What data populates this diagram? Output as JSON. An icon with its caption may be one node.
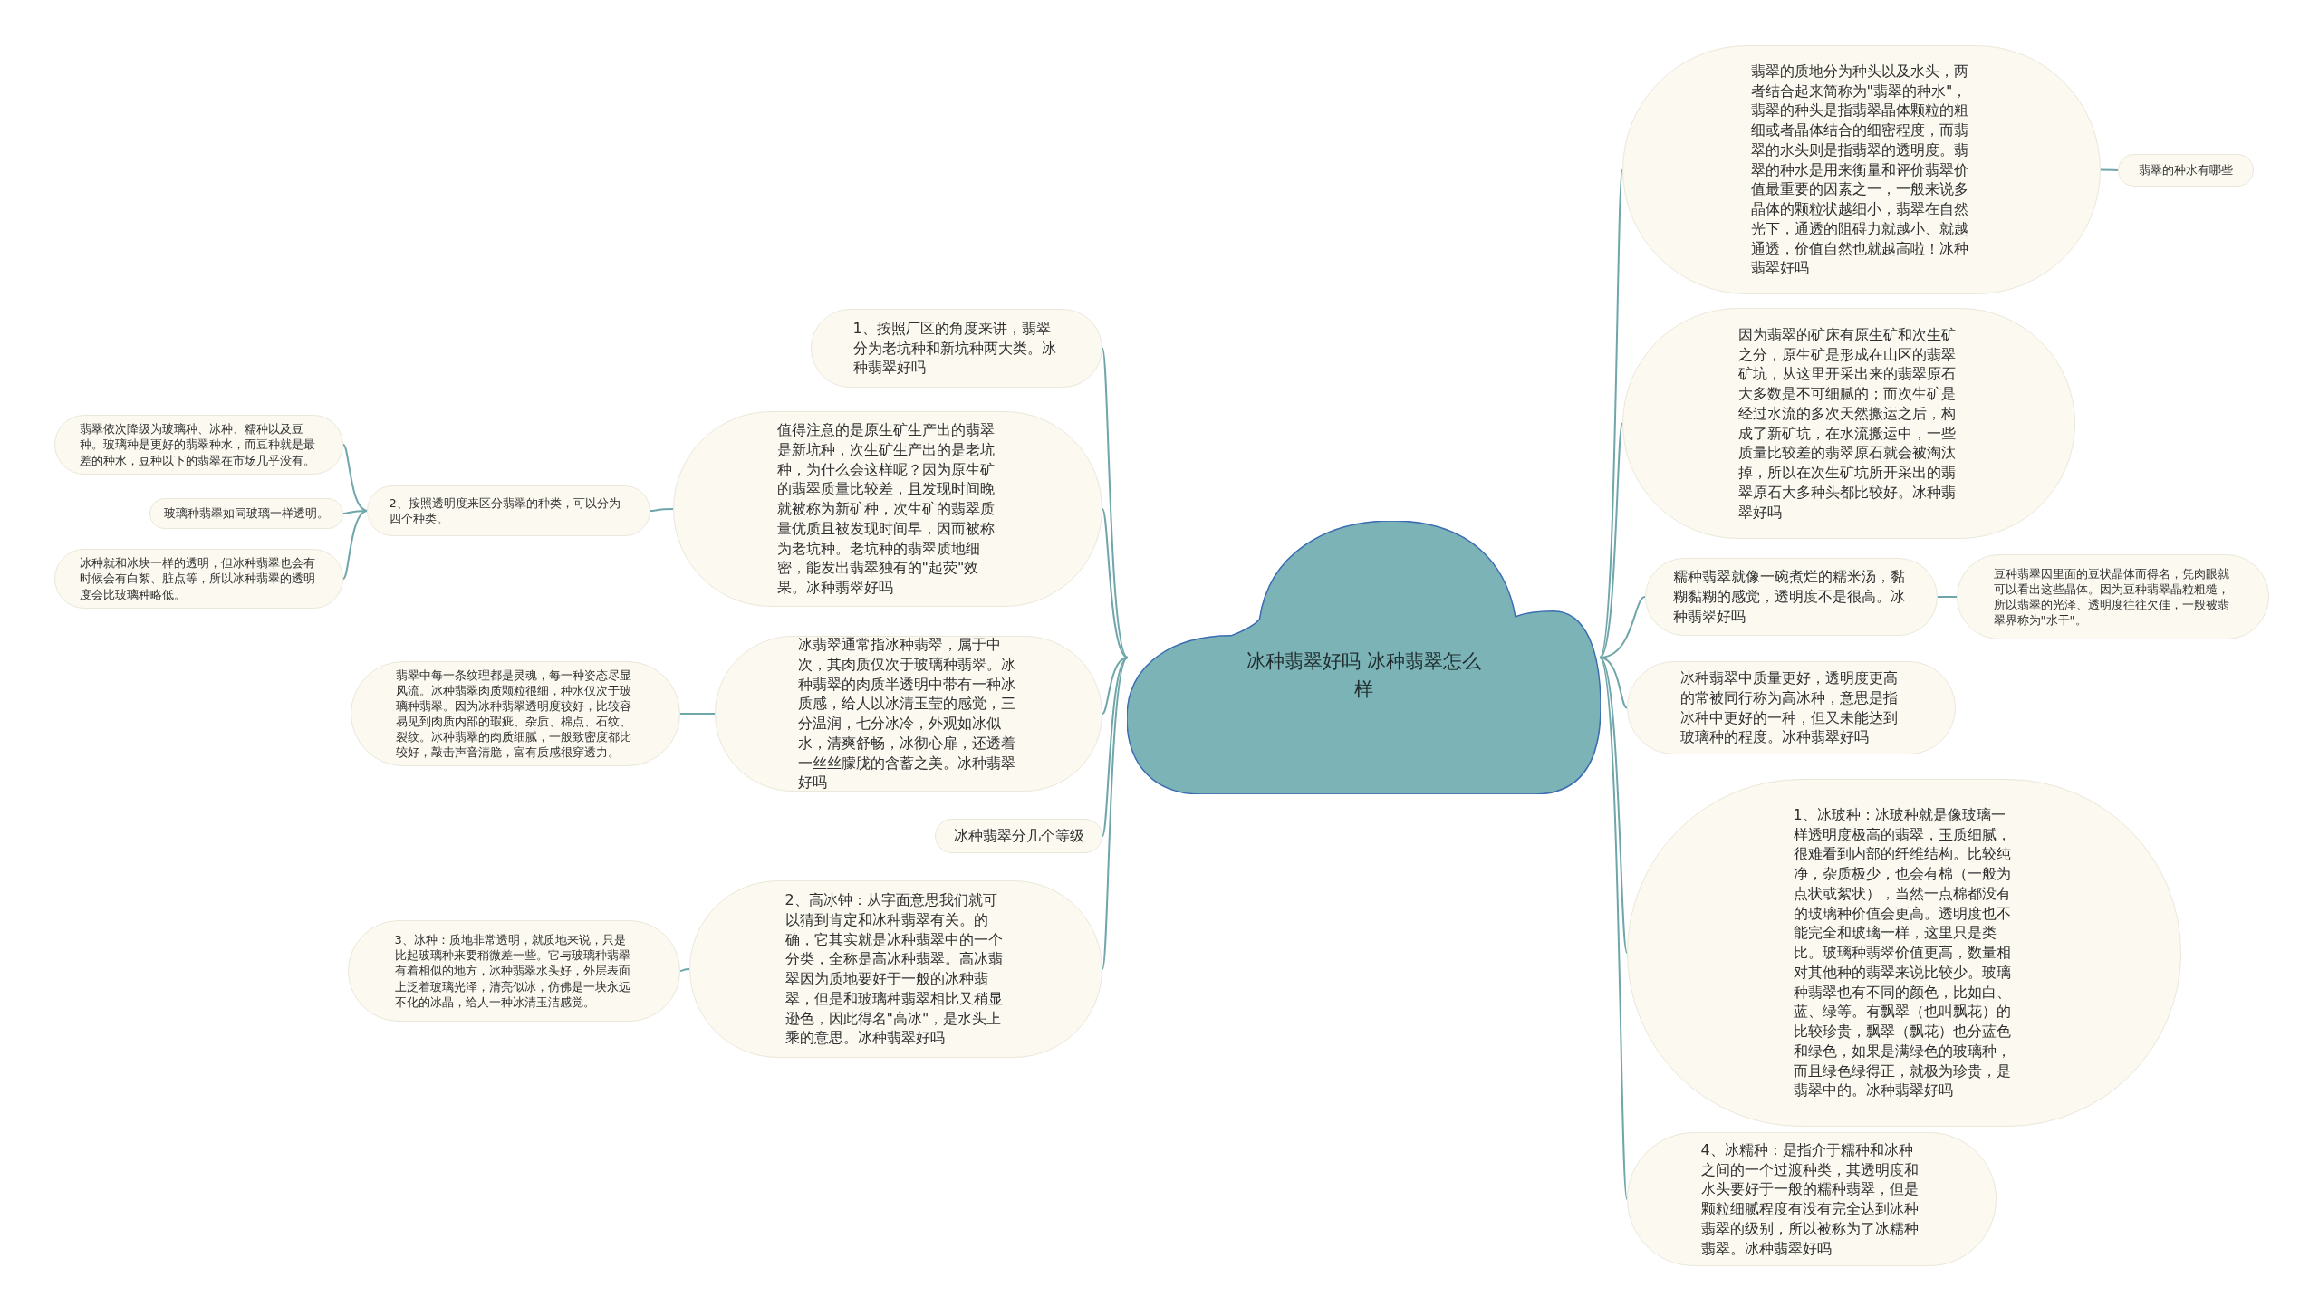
{
  "diagram": {
    "nodes": [
      {
        "text": [
          "冰种翡翠好吗  冰种翡翠怎么样"
        ]
      },
      {
        "text": [
          "1、按照厂区的角度来讲，翡翠分为老坑种和新坑种两大类。冰种翡翠好吗"
        ]
      },
      {
        "text": [
          "值得注意的是原生矿生产出的翡翠是新坑种，次生矿生产出的是老坑种，为什么会这样呢？因为原生矿的翡翠质量比较差，且发现时间晚就被称为新矿种，次生矿的翡翠质量优质且被发现时间早，因而被称为老坑种。老坑种的翡翠质地细密，能发出翡翠独有的\"起荧\"效果。冰种翡翠好吗"
        ]
      },
      {
        "text": [
          "2、按照透明度来区分翡翠的种类，可以分为四个种类。"
        ]
      },
      {
        "text": [
          "翡翠依次降级为玻璃种、冰种、糯种以及豆种。玻璃种是更好的翡翠种水，而豆种就是最差的种水，豆种以下的翡翠在市场几乎没有。"
        ]
      },
      {
        "text": [
          "玻璃种翡翠如同玻璃一样透明。"
        ]
      },
      {
        "text": [
          "冰种就和冰块一样的透明，但冰种翡翠也会有时候会有白絮、脏点等，所以冰种翡翠的透明度会比玻璃种略低。"
        ]
      },
      {
        "text": [
          "冰翡翠通常指冰种翡翠，属于中次，其肉质仅次于玻璃种翡翠。冰种翡翠的肉质半透明中带有一种冰质感，给人以冰清玉莹的感觉，三分温润，七分冰冷，外观如冰似水，清爽舒畅，冰彻心扉，还透着一丝丝朦胧的含蓄之美。冰种翡翠好吗"
        ]
      },
      {
        "text": [
          "翡翠中每一条纹理都是灵魂，每一种姿态尽显风流。冰种翡翠肉质颗粒很细，种水仅次于玻璃种翡翠。因为冰种翡翠透明度较好，比较容易见到肉质内部的瑕疵、杂质、棉点、石纹、裂纹。冰种翡翠的肉质细腻，一般致密度都比较好，敲击声音清脆，富有质感很穿透力。"
        ]
      },
      {
        "text": [
          "冰种翡翠分几个等级"
        ]
      },
      {
        "text": [
          "2、高冰钟：从字面意思我们就可以猜到肯定和冰种翡翠有关。的确，它其实就是冰种翡翠中的一个分类，全称是高冰种翡翠。高冰翡翠因为质地要好于一般的冰种翡翠，但是和玻璃种翡翠相比又稍显逊色，因此得名\"高冰\"，是水头上乘的意思。冰种翡翠好吗"
        ]
      },
      {
        "text": [
          "3、冰种：质地非常透明，就质地来说，只是比起玻璃种来要稍微差一些。它与玻璃种翡翠有着相似的地方，冰种翡翠水头好，外层表面上泛着玻璃光泽，清亮似冰，仿佛是一块永远不化的冰晶，给人一种冰清玉洁感觉。"
        ]
      },
      {
        "text": [
          "翡翠的质地分为种头以及水头，两者结合起来简称为\"翡翠的种水\"，翡翠的种头是指翡翠晶体颗粒的粗细或者晶体结合的细密程度，而翡翠的水头则是指翡翠的透明度。翡翠的种水是用来衡量和评价翡翠价值最重要的因素之一，一般来说多晶体的颗粒状越细小，翡翠在自然光下，通透的阻碍力就越小、就越通透，价值自然也就越高啦！冰种翡翠好吗"
        ]
      },
      {
        "text": [
          "翡翠的种水有哪些"
        ]
      },
      {
        "text": [
          "因为翡翠的矿床有原生矿和次生矿之分，原生矿是形成在山区的翡翠矿坑，从这里开采出来的翡翠原石大多数是不可细腻的；而次生矿是经过水流的多次天然搬运之后，构成了新矿坑，在水流搬运中，一些质量比较差的翡翠原石就会被淘汰掉，所以在次生矿坑所开采出的翡翠原石大多种头都比较好。冰种翡翠好吗"
        ]
      },
      {
        "text": [
          "糯种翡翠就像一碗煮烂的糯米汤，黏糊黏糊的感觉，透明度不是很高。冰种翡翠好吗"
        ]
      },
      {
        "text": [
          "豆种翡翠因里面的豆状晶体而得名，凭肉眼就可以看出这些晶体。因为豆种翡翠晶粒粗糙，所以翡翠的光泽、透明度往往欠佳，一般被翡翠界称为\"水干\"。"
        ]
      },
      {
        "text": [
          "冰种翡翠中质量更好，透明度更高的常被同行称为高冰种，意思是指冰种中更好的一种，但又未能达到玻璃种的程度。冰种翡翠好吗"
        ]
      },
      {
        "text": [
          "1、冰玻种：冰玻种就是像玻璃一样透明度极高的翡翠，玉质细腻，很难看到内部的纤维结构。比较纯净，杂质极少，也会有棉（一般为点状或絮状），当然一点棉都没有的玻璃种价值会更高。透明度也不能完全和玻璃一样，这里只是类比。玻璃种翡翠价值更高，数量相对其他种的翡翠来说比较少。玻璃种翡翠也有不同的颜色，比如白、蓝、绿等。有飘翠（也叫飘花）的比较珍贵，飘翠（飘花）也分蓝色和绿色，如果是满绿色的玻璃种，而且绿色绿得正，就极为珍贵，是翡翠中的。冰种翡翠好吗"
        ]
      },
      {
        "text": [
          "4、冰糯种：是指介于糯种和冰种之间的一个过渡种类，其透明度和水头要好于一般的糯种翡翠，但是颗粒细腻程度有没有完全达到冰种翡翠的级别，所以被称为了冰糯种翡翠。冰种翡翠好吗"
        ]
      }
    ],
    "edges": [
      {
        "from": 0,
        "to": 1,
        "arrow": "none"
      },
      {
        "from": 0,
        "to": 2,
        "arrow": "none"
      },
      {
        "from": 2,
        "to": 3,
        "arrow": "none"
      },
      {
        "from": 3,
        "to": 4,
        "arrow": "none"
      },
      {
        "from": 3,
        "to": 5,
        "arrow": "none"
      },
      {
        "from": 3,
        "to": 6,
        "arrow": "none"
      },
      {
        "from": 0,
        "to": 7,
        "arrow": "none"
      },
      {
        "from": 7,
        "to": 8,
        "arrow": "none"
      },
      {
        "from": 0,
        "to": 9,
        "arrow": "none"
      },
      {
        "from": 0,
        "to": 10,
        "arrow": "none"
      },
      {
        "from": 10,
        "to": 11,
        "arrow": "none"
      },
      {
        "from": 0,
        "to": 12,
        "arrow": "none"
      },
      {
        "from": 12,
        "to": 13,
        "arrow": "none"
      },
      {
        "from": 0,
        "to": 14,
        "arrow": "none"
      },
      {
        "from": 0,
        "to": 15,
        "arrow": "none"
      },
      {
        "from": 15,
        "to": 16,
        "arrow": "none"
      },
      {
        "from": 0,
        "to": 17,
        "arrow": "none"
      },
      {
        "from": 0,
        "to": 18,
        "arrow": "none"
      },
      {
        "from": 0,
        "to": 19,
        "arrow": "none"
      }
    ]
  }
}
